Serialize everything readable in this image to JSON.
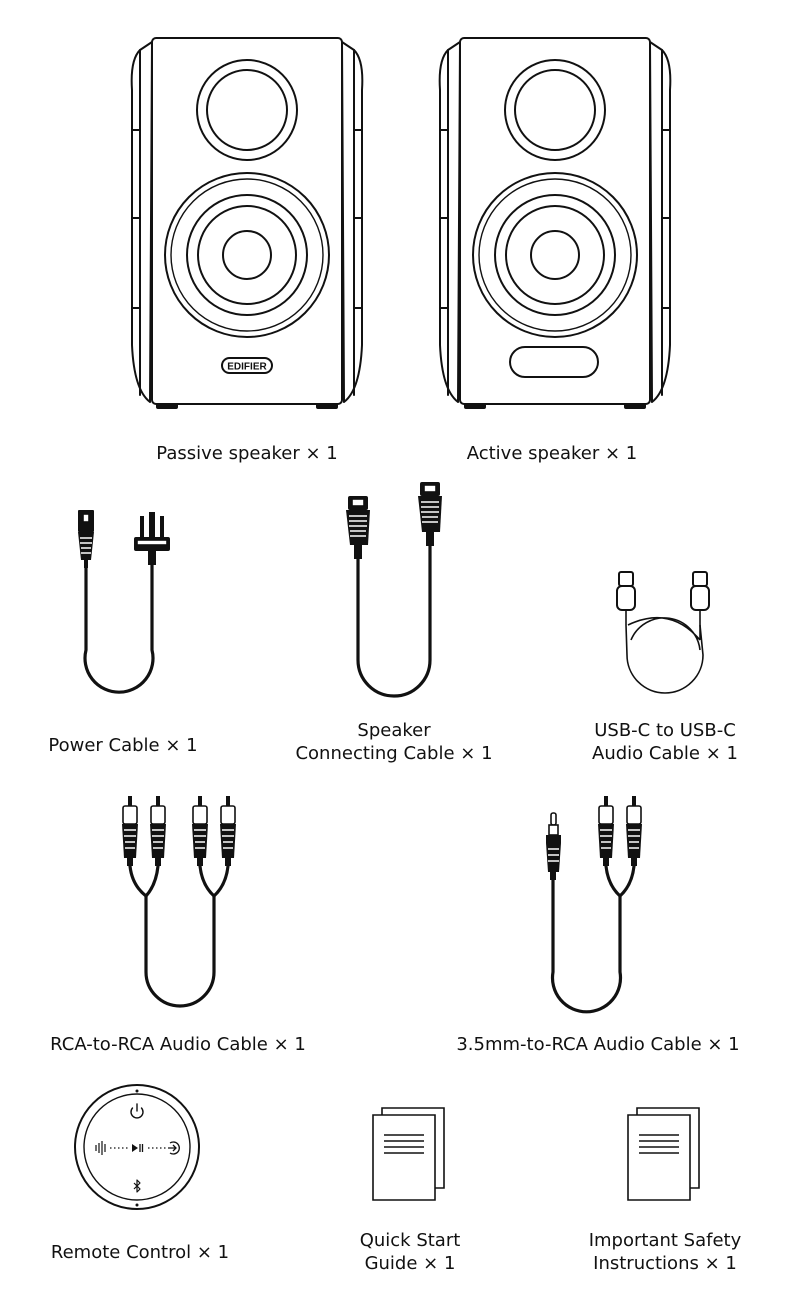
{
  "items": [
    {
      "label": "Passive speaker × 1",
      "logo_text": "EDIFIER"
    },
    {
      "label": "Active speaker × 1"
    },
    {
      "label": "Power Cable × 1"
    },
    {
      "label_lines": [
        "Speaker",
        "Connecting Cable × 1"
      ]
    },
    {
      "label_lines": [
        "USB-C to USB-C",
        "Audio Cable × 1"
      ]
    },
    {
      "label": "RCA-to-RCA Audio Cable × 1"
    },
    {
      "label": "3.5mm-to-RCA Audio Cable × 1"
    },
    {
      "label": "Remote Control × 1"
    },
    {
      "label_lines": [
        "Quick Start",
        "Guide × 1"
      ]
    },
    {
      "label_lines": [
        "Important Safety",
        "Instructions × 1"
      ]
    }
  ],
  "icons": [
    "power-icon",
    "play-pause-icon",
    "input-icon",
    "bluetooth-icon",
    "volume-icon"
  ]
}
